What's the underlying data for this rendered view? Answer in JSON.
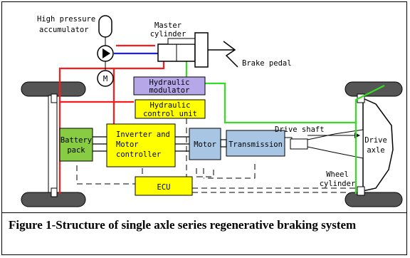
{
  "labels": {
    "accumulator_line1": "High pressure",
    "accumulator_line2": "accumulator",
    "motor_pump": "M",
    "master_cyl_line1": "Master",
    "master_cyl_line2": "cylinder",
    "brake_pedal": "Brake pedal",
    "hyd_mod_line1": "Hydraulic",
    "hyd_mod_line2": "modulator",
    "hyd_ctrl_line1": "Hydraulic",
    "hyd_ctrl_line2": "control unit",
    "battery_line1": "Battery",
    "battery_line2": "pack",
    "inverter_line1": "Inverter and",
    "inverter_line2": "Motor",
    "inverter_line3": "controller",
    "motor": "Motor",
    "transmission": "Transmission",
    "drive_shaft": "Drive shaft",
    "drive_axle_line1": "Drive",
    "drive_axle_line2": "axle",
    "ecu": "ECU",
    "wheel_cyl_line1": "Wheel",
    "wheel_cyl_line2": "cylinder"
  },
  "caption": "Figure 1-Structure of single axle series regenerative braking system",
  "colors": {
    "hydraulic_red": "#ff1a1a",
    "pump_blue": "#2222cc",
    "brake_green": "#33dd22",
    "battery_fill": "#88cc44",
    "controller_fill": "#ffff00",
    "modulator_fill": "#b6a8e8",
    "motor_fill": "#a8c6e4",
    "wheel_fill": "#555555",
    "axle_fill": "#ffffff"
  }
}
